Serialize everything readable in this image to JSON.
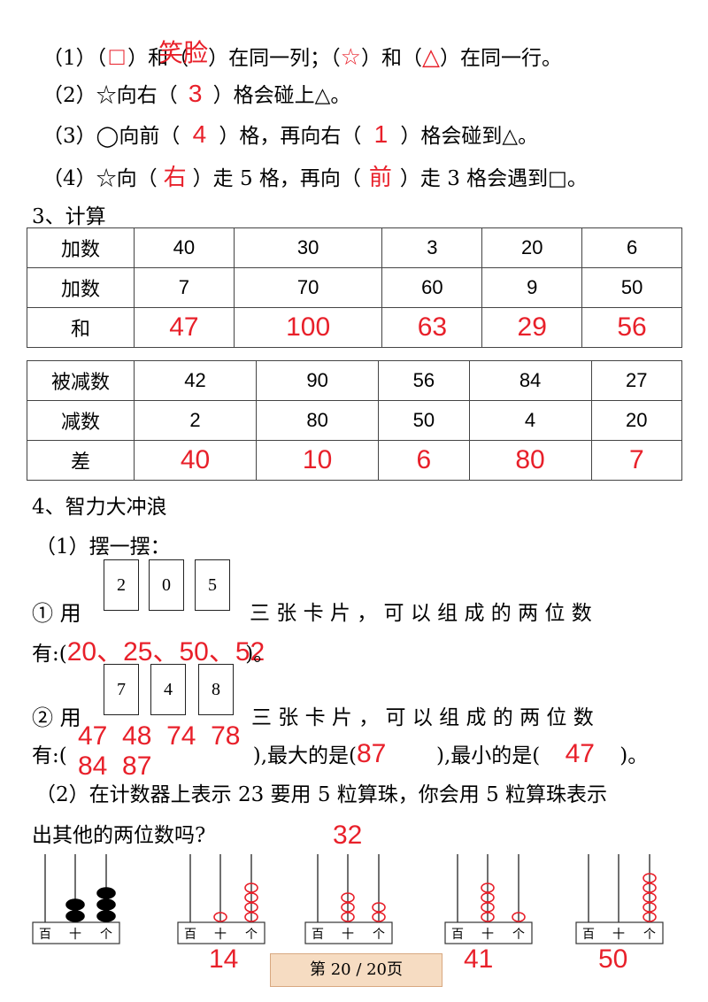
{
  "section2": {
    "q1": {
      "p1": "（1）（",
      "a1": "□",
      "p2": "）和（",
      "a2": "笑脸",
      "p3": "）在同一列；（",
      "a3": "☆",
      "p4": "）和（",
      "a4": "△",
      "p5": "）在同一行。"
    },
    "q2": {
      "p1": "（2）☆向右（",
      "a1": "3",
      "p2": "）格会碰上△。"
    },
    "q3": {
      "p1": "（3）◯向前（",
      "a1": "4",
      "p2": "）格，再向右（",
      "a2": "1",
      "p3": "）格会碰到△。"
    },
    "q4": {
      "p1": "（4）☆向（",
      "a1": "右",
      "p2": "）走 5 格，再向（",
      "a2": "前",
      "p3": "）走 3 格会遇到□。"
    }
  },
  "section3": {
    "heading": "3、计算",
    "add_table": {
      "rows": [
        {
          "label": "加数",
          "values": [
            "40",
            "30",
            "3",
            "20",
            "6"
          ]
        },
        {
          "label": "加数",
          "values": [
            "7",
            "70",
            "60",
            "9",
            "50"
          ]
        }
      ],
      "result_label": "和",
      "answers": [
        "47",
        "100",
        "63",
        "29",
        "56"
      ]
    },
    "sub_table": {
      "rows": [
        {
          "label": "被减数",
          "values": [
            "42",
            "90",
            "56",
            "84",
            "27"
          ]
        },
        {
          "label": "减数",
          "values": [
            "2",
            "80",
            "50",
            "4",
            "20"
          ]
        }
      ],
      "result_label": "差",
      "answers": [
        "40",
        "10",
        "6",
        "80",
        "7"
      ]
    }
  },
  "section4": {
    "heading": "4、智力大冲浪",
    "sub1": "（1）摆一摆：",
    "q1": {
      "prefix": "① 用",
      "cards": [
        "2",
        "0",
        "5"
      ],
      "text": "三 张 卡 片 ， 可 以 组 成 的 两 位 数",
      "line2_prefix": "有:(",
      "answer": "20、25、50、52",
      "line2_suffix": ")。"
    },
    "q2": {
      "prefix": "② 用",
      "cards": [
        "7",
        "4",
        "8"
      ],
      "text": "三 张 卡 片 ， 可 以 组 成 的 两 位 数",
      "line2_prefix": "有:(",
      "answer_line1": "47  48  74  78",
      "answer_line2": "84  87",
      "mid1": "),最大的是(",
      "max": "87",
      "mid2": "),最小的是(",
      "min": "47",
      "end": ")。"
    },
    "sub2_line1": "（2）在计数器上表示 23 要用 5 粒算珠，你会用 5 粒算珠表示",
    "sub2_line2": "出其他的两位数吗?",
    "abacus_labels": [
      "百",
      "十",
      "个"
    ],
    "abaci": [
      {
        "answer": "",
        "tens": 2,
        "ones": 3
      },
      {
        "answer": "14",
        "tens": 1,
        "ones": 4
      },
      {
        "answer": "32",
        "tens": 3,
        "ones": 2
      },
      {
        "answer": "41",
        "tens": 4,
        "ones": 1
      },
      {
        "answer": "50",
        "tens": 0,
        "ones": 5
      }
    ]
  },
  "footer": "第 20 / 20页"
}
